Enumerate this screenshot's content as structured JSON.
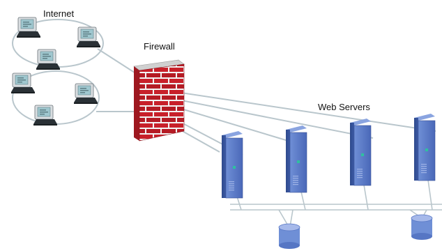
{
  "labels": {
    "internet": "Internet",
    "firewall": "Firewall",
    "web_servers": "Web Servers"
  },
  "nodes": {
    "internet_computers": 6,
    "web_servers": 4,
    "databases": 2
  },
  "icons": {
    "computer": "desktop-computer-icon",
    "firewall": "brick-wall-icon",
    "server": "server-tower-icon",
    "database": "database-cylinder-icon"
  },
  "colors": {
    "background": "#ffffff",
    "link": "#b9c6cc",
    "brick": "#c8202a",
    "mortar": "#f2f2f2",
    "server": "#4f6fbe",
    "server_light": "#7f9ad8",
    "screen": "#9fc7cf"
  }
}
